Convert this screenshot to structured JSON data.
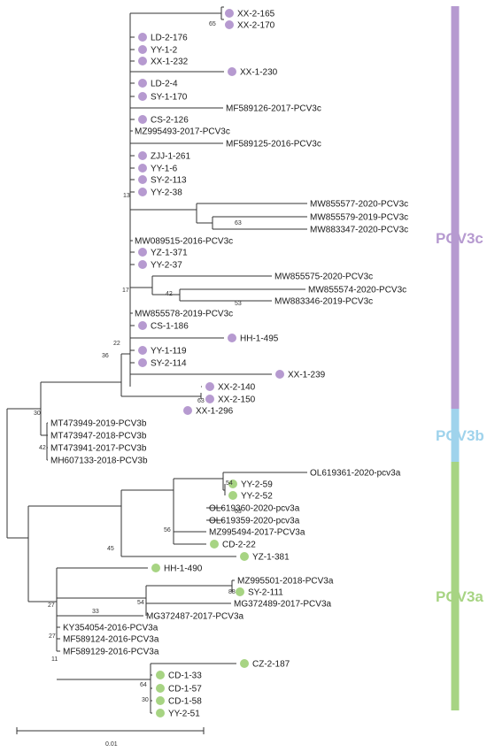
{
  "colors": {
    "PCV3c": "#b69ad0",
    "PCV3b": "#9fd3ec",
    "PCV3a": "#a7d483"
  },
  "clades": [
    {
      "name": "PCV3c",
      "color_key": "PCV3c"
    },
    {
      "name": "PCV3b",
      "color_key": "PCV3b"
    },
    {
      "name": "PCV3a",
      "color_key": "PCV3a"
    }
  ],
  "leaves": [
    {
      "name": "XX-2-165",
      "dot": "PCV3c"
    },
    {
      "name": "XX-2-170",
      "dot": "PCV3c"
    },
    {
      "name": "LD-2-176",
      "dot": "PCV3c"
    },
    {
      "name": "YY-1-2",
      "dot": "PCV3c"
    },
    {
      "name": "XX-1-232",
      "dot": "PCV3c"
    },
    {
      "name": "XX-1-230",
      "dot": "PCV3c"
    },
    {
      "name": "LD-2-4",
      "dot": "PCV3c"
    },
    {
      "name": "SY-1-170",
      "dot": "PCV3c"
    },
    {
      "name": "MF589126-2017-PCV3c",
      "dot": ""
    },
    {
      "name": "CS-2-126",
      "dot": "PCV3c"
    },
    {
      "name": "MZ995493-2017-PCV3c",
      "dot": ""
    },
    {
      "name": "MF589125-2016-PCV3c",
      "dot": ""
    },
    {
      "name": "ZJJ-1-261",
      "dot": "PCV3c"
    },
    {
      "name": "YY-1-6",
      "dot": "PCV3c"
    },
    {
      "name": "SY-2-113",
      "dot": "PCV3c"
    },
    {
      "name": "YY-2-38",
      "dot": "PCV3c"
    },
    {
      "name": "MW855577-2020-PCV3c",
      "dot": ""
    },
    {
      "name": "MW855579-2019-PCV3c",
      "dot": ""
    },
    {
      "name": "MW883347-2020-PCV3c",
      "dot": ""
    },
    {
      "name": "MW089515-2016-PCV3c",
      "dot": ""
    },
    {
      "name": "YZ-1-371",
      "dot": "PCV3c"
    },
    {
      "name": "YY-2-37",
      "dot": "PCV3c"
    },
    {
      "name": "MW855575-2020-PCV3c",
      "dot": ""
    },
    {
      "name": "MW855574-2020-PCV3c",
      "dot": ""
    },
    {
      "name": "MW883346-2019-PCV3c",
      "dot": ""
    },
    {
      "name": "MW855578-2019-PCV3c",
      "dot": ""
    },
    {
      "name": "CS-1-186",
      "dot": "PCV3c"
    },
    {
      "name": "HH-1-495",
      "dot": "PCV3c"
    },
    {
      "name": "YY-1-119",
      "dot": "PCV3c"
    },
    {
      "name": "SY-2-114",
      "dot": "PCV3c"
    },
    {
      "name": "XX-1-239",
      "dot": "PCV3c"
    },
    {
      "name": "XX-2-140",
      "dot": "PCV3c"
    },
    {
      "name": "XX-2-150",
      "dot": "PCV3c"
    },
    {
      "name": "XX-1-296",
      "dot": "PCV3c"
    },
    {
      "name": "MT473949-2019-PCV3b",
      "dot": ""
    },
    {
      "name": "MT473947-2018-PCV3b",
      "dot": ""
    },
    {
      "name": "MT473941-2017-PCV3b",
      "dot": ""
    },
    {
      "name": "MH607133-2018-PCV3b",
      "dot": ""
    },
    {
      "name": "OL619361-2020-pcv3a",
      "dot": ""
    },
    {
      "name": "YY-2-59",
      "dot": "PCV3a"
    },
    {
      "name": "YY-2-52",
      "dot": "PCV3a"
    },
    {
      "name": "OL619360-2020-pcv3a",
      "dot": ""
    },
    {
      "name": "OL619359-2020-pcv3a",
      "dot": ""
    },
    {
      "name": "MZ995494-2017-PCV3a",
      "dot": ""
    },
    {
      "name": "CD-2-22",
      "dot": "PCV3a"
    },
    {
      "name": "YZ-1-381",
      "dot": "PCV3a"
    },
    {
      "name": "HH-1-490",
      "dot": "PCV3a"
    },
    {
      "name": "MZ995501-2018-PCV3a",
      "dot": ""
    },
    {
      "name": "SY-2-111",
      "dot": "PCV3a"
    },
    {
      "name": "MG372489-2017-PCV3a",
      "dot": ""
    },
    {
      "name": "MG372487-2017-PCV3a",
      "dot": ""
    },
    {
      "name": "KY354054-2016-PCV3a",
      "dot": ""
    },
    {
      "name": "MF589124-2016-PCV3a",
      "dot": ""
    },
    {
      "name": "MF589129-2016-PCV3a",
      "dot": ""
    },
    {
      "name": "CZ-2-187",
      "dot": "PCV3a"
    },
    {
      "name": "CD-1-33",
      "dot": "PCV3a"
    },
    {
      "name": "CD-1-57",
      "dot": "PCV3a"
    },
    {
      "name": "CD-1-58",
      "dot": "PCV3a"
    },
    {
      "name": "YY-2-51",
      "dot": "PCV3a"
    }
  ],
  "bootstrap": [
    "65",
    "13",
    "63",
    "17",
    "42",
    "53",
    "22",
    "36",
    "63",
    "30",
    "42",
    "54",
    "63",
    "56",
    "45",
    "27",
    "88",
    "54",
    "33",
    "27",
    "11",
    "64",
    "30"
  ],
  "scale": {
    "label": "0.01"
  }
}
